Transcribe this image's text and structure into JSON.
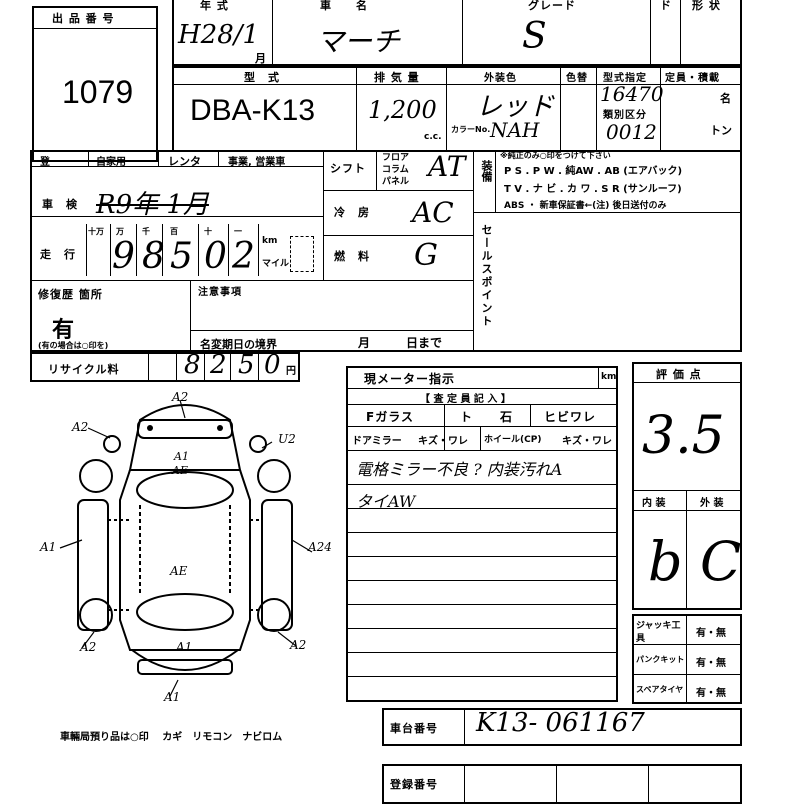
{
  "lot": {
    "label": "出 品 番 号",
    "number": "1079"
  },
  "header": {
    "year_label": "年 式",
    "year_value": "H28/1",
    "month_char": "月",
    "car_name_label": "車　　名",
    "car_name_value": "マーチ",
    "grade_label": "グレード",
    "grade_value": "S",
    "door_label": "ド",
    "shape_label": "形 状"
  },
  "model": {
    "model_label": "型　式",
    "model_value": "DBA-K13",
    "displacement_label": "排 気 量",
    "displacement_value": "1,200",
    "cc": "c.c.",
    "exterior_color_label": "外装色",
    "exterior_color_value": "レッド",
    "color_no_label": "色替",
    "color_no_prefix": "カラーNo.",
    "color_no_value": "NAH",
    "type_designation_label": "型式指定",
    "type_designation_value": "16470",
    "category_label": "類別区分",
    "category_value": "0012",
    "capacity_label": "定員・積載",
    "capacity_unit1": "名",
    "capacity_unit2": "トン"
  },
  "row3": {
    "label1": "登",
    "label2": "自家用",
    "rental": "レンタ",
    "business": "事業, 営業車",
    "shift": "シフト",
    "shift_options": [
      "フロア",
      "コラム",
      "パネル"
    ],
    "shift_value": "AT",
    "equip_label": "装備",
    "equip_note": "※純正のみ○印をつけて下さい",
    "equip_line1": "P S . P W . 純AW . AB (エアバック)",
    "equip_line2": "T V . ナ ビ . カ ワ . S R (サンルーフ)",
    "equip_line3": "ABS ・ 新車保証書←(注) 後日送付のみ"
  },
  "inspection": {
    "label": "車　検",
    "value": "R9年 1月",
    "year_char": "年",
    "month_char": "月"
  },
  "ac": {
    "label": "冷　房",
    "value": "AC"
  },
  "fuel": {
    "label": "燃　料",
    "value": "G"
  },
  "mileage": {
    "label": "走　行",
    "units": [
      "十万",
      "万",
      "千",
      "百",
      "十",
      "一"
    ],
    "digits": [
      "9",
      "8",
      "5",
      "0",
      "2"
    ],
    "km": "km",
    "mile": "マイル"
  },
  "sales_point": {
    "label": "セールスポイント"
  },
  "repair": {
    "label": "修復歴 箇所",
    "value": "有",
    "note": "(有の場合は○印を)"
  },
  "caution": {
    "label": "注意事項",
    "name_change": "名変期日の境界",
    "month": "月",
    "day_until": "日まで"
  },
  "recycle": {
    "label": "リサイクル料",
    "digits": [
      "8",
      "2",
      "5",
      "0"
    ],
    "unit": "円"
  },
  "meter": {
    "label": "現メーター指示",
    "unit": "km"
  },
  "inspection_notes": {
    "title": "【 査 定 員 記 入 】",
    "glass": "Fガラス",
    "glass_opt1": "ト",
    "glass_opt2": "石",
    "glass_opt3": "ヒビワレ",
    "door_mirror": "ドアミラー",
    "mirror_opt": "キズ・ワレ",
    "wheel": "ホイール(CP)",
    "wheel_opt": "キズ・ワレ",
    "note_line1": "電格ミラー不良 ? 内装汚れA",
    "note_line2": "タイAW"
  },
  "score": {
    "label": "評 価 点",
    "value": "3.5",
    "interior_label": "内 装",
    "interior_value": "b",
    "exterior_label": "外 装",
    "exterior_value": "C"
  },
  "accessories": {
    "items": [
      {
        "label": "ジャッキ工具",
        "value": "有・無"
      },
      {
        "label": "パンクキット",
        "value": "有・無"
      },
      {
        "label": "スペアタイヤ",
        "value": "有・無"
      }
    ]
  },
  "diagram_marks": [
    "A2",
    "A2",
    "U2",
    "A1",
    "AE",
    "A1",
    "A24",
    "AE",
    "A2",
    "A1",
    "A2",
    "A1"
  ],
  "bottom_note": "車輛局預り品は○印　 カギ　リモコン　ナビロム",
  "chassis": {
    "label": "車台番号",
    "value": "K13- 061167"
  },
  "registration": {
    "label": "登録番号"
  }
}
